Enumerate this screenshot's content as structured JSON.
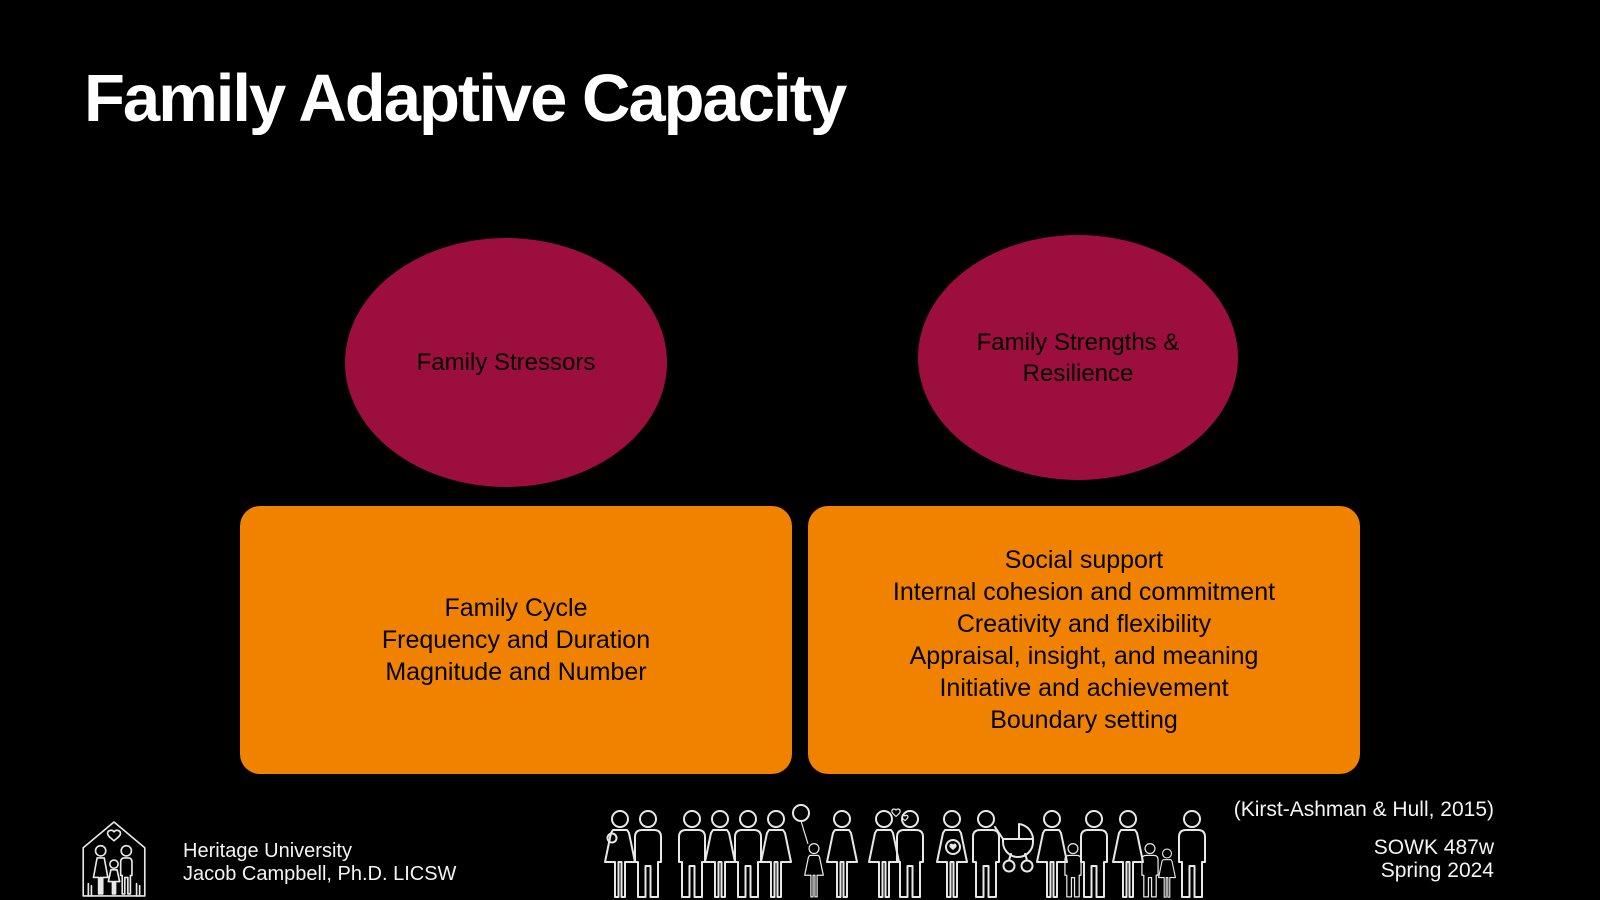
{
  "slide": {
    "title": "Family Adaptive Capacity"
  },
  "diagram": {
    "left": {
      "ellipse": "Family Stressors",
      "box": [
        "Family Cycle",
        "Frequency and Duration",
        "Magnitude and Number"
      ]
    },
    "right": {
      "ellipse": "Family Strengths & Resilience",
      "box": [
        "Social support",
        "Internal cohesion and commitment",
        "Creativity and flexibility",
        "Appraisal, insight, and meaning",
        "Initiative and achievement",
        "Boundary setting"
      ]
    }
  },
  "citation": "(Kirst-Ashman & Hull, 2015)",
  "footer": {
    "org": "Heritage University",
    "author": "Jacob Campbell, Ph.D. LICSW",
    "course": "SOWK 487w",
    "term": "Spring 2024"
  },
  "icons": {
    "logo": "heritage-family-house-logo",
    "illustration": "family-silhouettes"
  },
  "colors": {
    "background": "#000000",
    "ellipse_fill": "#9B0E3E",
    "box_fill": "#F08200",
    "shape_text": "#000000",
    "footer_text": "#F4F4F4"
  }
}
